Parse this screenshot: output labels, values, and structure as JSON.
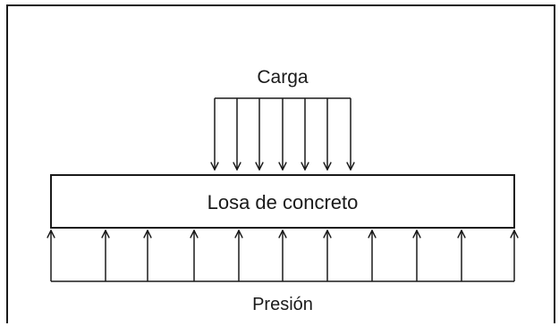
{
  "labels": {
    "load": "Carga",
    "slab": "Losa de concreto",
    "pressure": "Presión"
  },
  "colors": {
    "ink": "#1a1a1a",
    "background": "#ffffff"
  }
}
